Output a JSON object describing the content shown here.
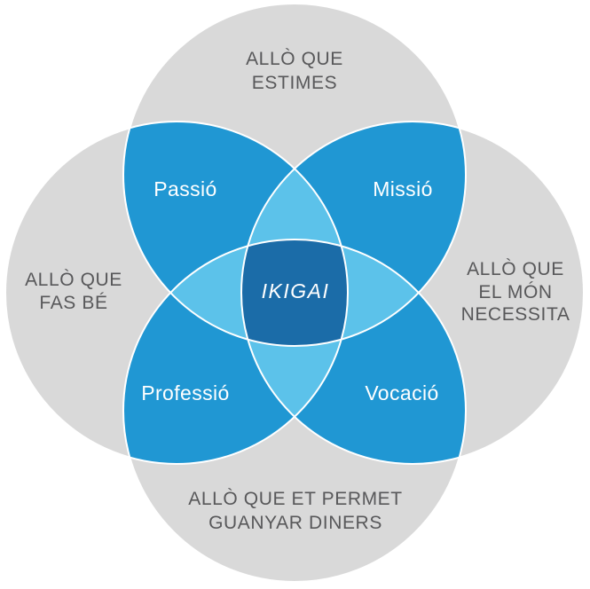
{
  "colors": {
    "circle_gray": "#d9d9d9",
    "petal_blue": "#2097d3",
    "overlap_light_blue": "#5cc2ea",
    "center_dark_blue": "#1b6ca8",
    "outline_white": "#ffffff",
    "outer_label_gray": "#58585a",
    "inner_label_white": "#ffffff"
  },
  "outer_labels": {
    "top": {
      "lines": [
        "ALLÒ QUE",
        "ESTIMES"
      ]
    },
    "left": {
      "lines": [
        "ALLÒ QUE",
        "FAS BÉ"
      ]
    },
    "right": {
      "lines": [
        "ALLÒ QUE",
        "EL MÓN",
        "NECESSITA"
      ]
    },
    "bottom": {
      "lines": [
        "ALLÒ QUE ET PERMET",
        "GUANYAR DINERS"
      ]
    }
  },
  "intersections": {
    "passio": "Passió",
    "missio": "Missió",
    "professio": "Professió",
    "vocacio": "Vocació"
  },
  "center": {
    "label": "IKIGAI"
  }
}
